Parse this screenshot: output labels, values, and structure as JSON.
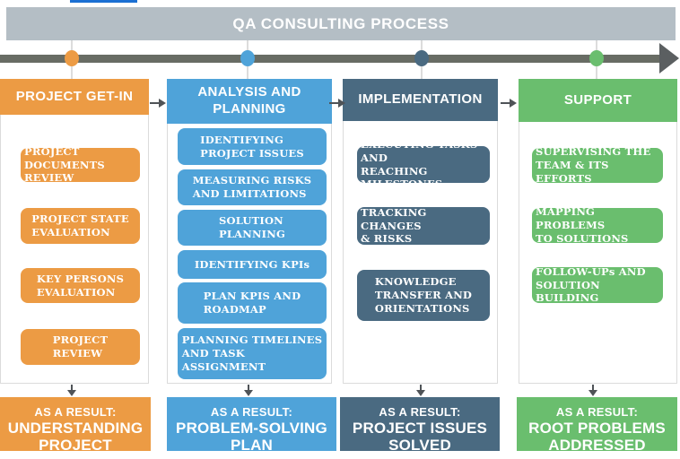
{
  "title": "QA CONSULTING PROCESS",
  "palette": {
    "topbar": "#B4BEC5",
    "timeline": "#686C64",
    "accent_strip": "#1B6FD3"
  },
  "columns": [
    {
      "label": "PROJECT GET-IN",
      "color": "#EC9B44",
      "items": [
        "PROJECT\nDOCUMENTS REVIEW",
        "PROJECT STATE\nEVALUATION",
        "KEY PERSONS\nEVALUATION",
        "PROJECT\nREVIEW"
      ],
      "result_prefix": "AS A RESULT:",
      "result": "UNDERSTANDING PROJECT SITUATION"
    },
    {
      "label": "ANALYSIS AND\nPLANNING",
      "color": "#4FA3D9",
      "items": [
        "IDENTIFYING\nPROJECT ISSUES",
        "MEASURING RISKS\nAND LIMITATIONS",
        "SOLUTION\nPLANNING",
        "IDENTIFYING KPIs",
        "PLAN KPIS AND\nROADMAP",
        "PLANNING TIMELINES\nAND TASK\nASSIGNMENT"
      ],
      "result_prefix": "AS A RESULT:",
      "result": "PROBLEM-SOLVING PLAN"
    },
    {
      "label": "IMPLEMENTATION",
      "color": "#4A6A81",
      "items": [
        "EXECUTING TASKS AND\nREACHING MILESTONES",
        "TRACKING CHANGES\n& RISKS",
        "KNOWLEDGE\nTRANSFER AND\nORIENTATIONS"
      ],
      "result_prefix": "AS A RESULT:",
      "result": "PROJECT ISSUES SOLVED"
    },
    {
      "label": "SUPPORT",
      "color": "#6ABE6E",
      "items": [
        "SUPERVISING THE\nTEAM & ITS EFFORTS",
        "MAPPING PROBLEMS\nTO SOLUTIONS",
        "FOLLOW-UPs AND\nSOLUTION BUILDING"
      ],
      "result_prefix": "AS A RESULT:",
      "result": "ROOT PROBLEMS ADDRESSED"
    }
  ]
}
